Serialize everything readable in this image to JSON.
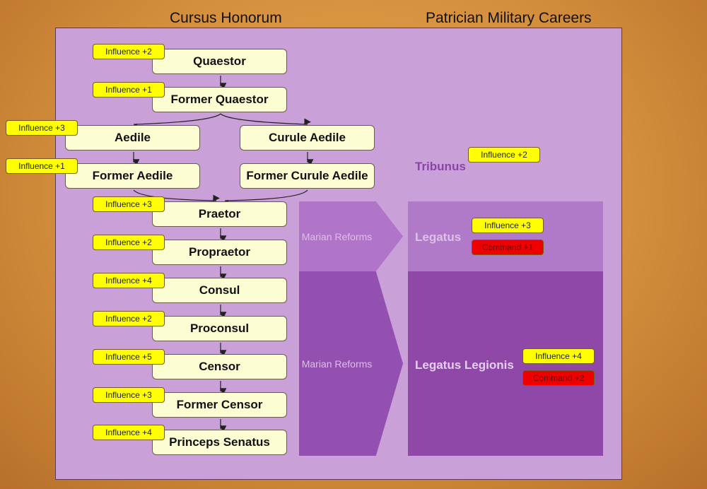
{
  "titles": {
    "left": "Cursus Honorum",
    "right": "Patrician Military Careers"
  },
  "cursus": [
    {
      "name": "Quaestor",
      "tag": "Influence +2"
    },
    {
      "name": "Former Quaestor",
      "tag": "Influence +1"
    },
    {
      "name": "Aedile",
      "tag": "Influence +3"
    },
    {
      "name": "Curule Aedile"
    },
    {
      "name": "Former Aedile",
      "tag": "Influence +1"
    },
    {
      "name": "Former Curule Aedile"
    },
    {
      "name": "Praetor",
      "tag": "Influence +3"
    },
    {
      "name": "Propraetor",
      "tag": "Influence +2"
    },
    {
      "name": "Consul",
      "tag": "Influence +4"
    },
    {
      "name": "Proconsul",
      "tag": "Influence +2"
    },
    {
      "name": "Censor",
      "tag": "Influence +5"
    },
    {
      "name": "Former Censor",
      "tag": "Influence +3"
    },
    {
      "name": "Princeps Senatus",
      "tag": "Influence +4"
    }
  ],
  "marian": {
    "upper": "Marian Reforms",
    "lower": "Marian Reforms"
  },
  "military": {
    "tribunus": {
      "name": "Tribunus",
      "influence": "Influence +2"
    },
    "legatus": {
      "name": "Legatus",
      "influence": "Influence +3",
      "command": "Command +1"
    },
    "legatus_legionis": {
      "name": "Legatus Legionis",
      "influence": "Influence +4",
      "command": "Command +2"
    }
  },
  "colors": {
    "panel": "#c9a0d8",
    "box": "#fdfdd4",
    "influence": "#ffff00",
    "command": "#ee0000"
  }
}
